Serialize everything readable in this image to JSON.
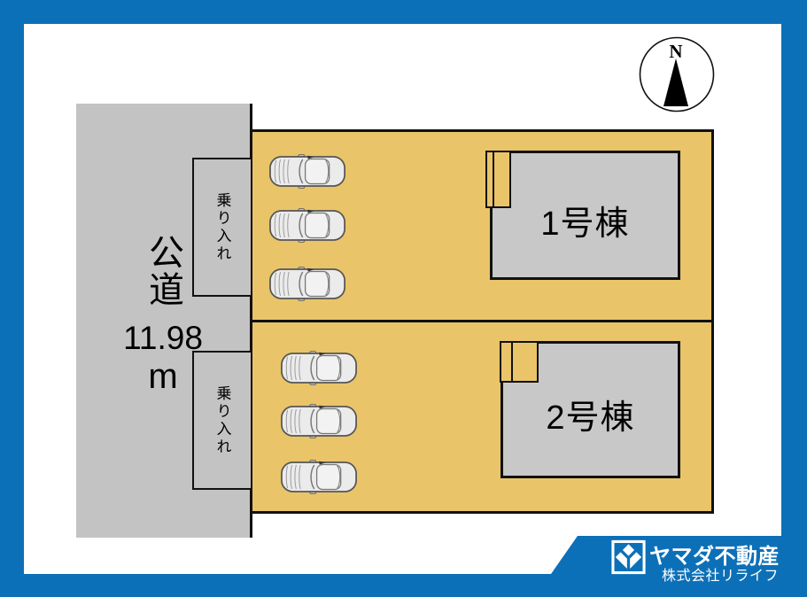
{
  "compass": {
    "north_label": "N"
  },
  "road": {
    "name": "公道",
    "width_value": "11.98",
    "width_unit": "m"
  },
  "driveways": [
    {
      "label": "乗り入れ"
    },
    {
      "label": "乗り入れ"
    }
  ],
  "buildings": [
    {
      "label": "1号棟"
    },
    {
      "label": "2号棟"
    }
  ],
  "parking": {
    "cars_lot1": 3,
    "cars_lot2": 3
  },
  "footer": {
    "brand": "ヤマダ不動産",
    "company": "株式会社リライフ"
  },
  "colors": {
    "frame_blue": "#0c70b8",
    "lot_tan": "#e9c469",
    "road_gray": "#c3c3c3",
    "building_gray": "#c8c8c8",
    "outline_black": "#111111"
  }
}
